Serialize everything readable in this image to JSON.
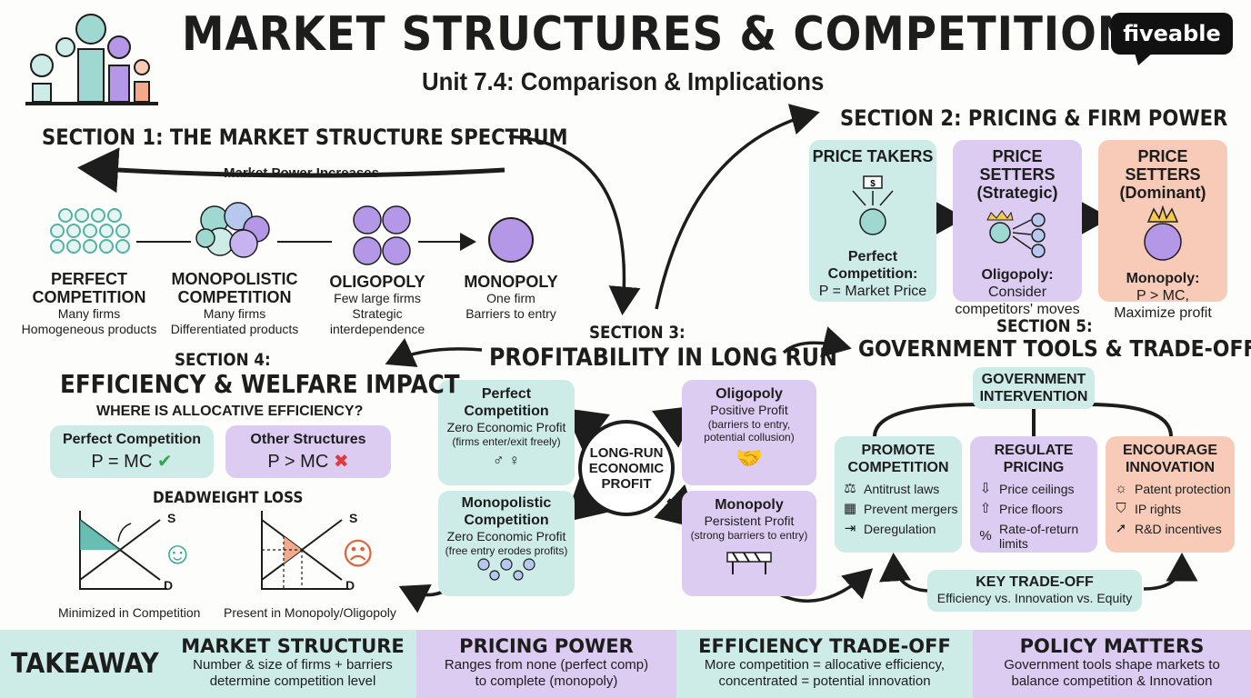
{
  "header": {
    "title": "MARKET STRUCTURES & COMPETITION",
    "subtitle": "Unit 7.4: Comparison & Implications",
    "brand": {
      "logo_text": "fiveable"
    }
  },
  "section1": {
    "title": "SECTION 1: THE MARKET STRUCTURE SPECTRUM",
    "arrow_label": "Market Power Increases",
    "structures": [
      {
        "name": "PERFECT\nCOMPETITION",
        "desc": "Many firms\nHomogeneous products"
      },
      {
        "name": "MONOPOLISTIC\nCOMPETITION",
        "desc": "Many firms\nDifferentiated products"
      },
      {
        "name": "OLIGOPOLY",
        "desc": "Few large firms\nStrategic\ninterdependence"
      },
      {
        "name": "MONOPOLY",
        "desc": "One firm\nBarriers to entry"
      }
    ]
  },
  "section2": {
    "title": "SECTION 2: PRICING & FIRM POWER",
    "boxes": [
      {
        "title": "PRICE TAKERS",
        "label": "Perfect Competition:",
        "desc": "P = Market Price",
        "icon": "dollar-tag-icon"
      },
      {
        "title": "PRICE SETTERS\n(Strategic)",
        "label": "Oligopoly:",
        "desc": "Consider\ncompetitors' moves",
        "icon": "crown-network-icon"
      },
      {
        "title": "PRICE SETTERS\n(Dominant)",
        "label": "Monopoly:",
        "desc": "P > MC,\nMaximize profit",
        "icon": "crown-icon"
      }
    ]
  },
  "section3": {
    "label": "SECTION 3:",
    "title": "PROFITABILITY IN LONG RUN",
    "center": "LONG-RUN\nECONOMIC\nPROFIT",
    "boxes": [
      {
        "title": "Perfect\nCompetition",
        "profit": "Zero Economic Profit",
        "note": "(firms enter/exit freely)"
      },
      {
        "title": "Monopolistic\nCompetition",
        "profit": "Zero Economic Profit",
        "note": "(free entry erodes profits)"
      },
      {
        "title": "Oligopoly",
        "profit": "Positive Profit",
        "note": "(barriers to entry,\npotential collusion)"
      },
      {
        "title": "Monopoly",
        "profit": "Persistent Profit",
        "note": "(strong barriers to entry)"
      }
    ]
  },
  "section4": {
    "label": "SECTION 4:",
    "title": "EFFICIENCY & WELFARE IMPACT",
    "question": "WHERE IS ALLOCATIVE EFFICIENCY?",
    "perfect": {
      "title": "Perfect Competition",
      "eq": "P = MC",
      "mark": "✔"
    },
    "other": {
      "title": "Other Structures",
      "eq": "P > MC",
      "mark": "✖"
    },
    "dwl_title": "DEADWEIGHT LOSS",
    "graph_left": {
      "s": "S",
      "d": "D",
      "caption": "Minimized in Competition",
      "face": "☺"
    },
    "graph_right": {
      "s": "S",
      "d": "D",
      "caption": "Present in Monopoly/Oligopoly",
      "face": "☹"
    }
  },
  "section5": {
    "label": "SECTION 5:",
    "title": "GOVERNMENT TOOLS & TRADE-OFFS",
    "root": "GOVERNMENT\nINTERVENTION",
    "columns": [
      {
        "title": "PROMOTE\nCOMPETITION",
        "items": [
          {
            "icon": "gavel-icon",
            "glyph": "⚖",
            "text": "Antitrust laws"
          },
          {
            "icon": "buildings-icon",
            "glyph": "▦",
            "text": "Prevent mergers"
          },
          {
            "icon": "door-icon",
            "glyph": "⇥",
            "text": "Deregulation"
          }
        ]
      },
      {
        "title": "REGULATE\nPRICING",
        "items": [
          {
            "icon": "arrow-down-icon",
            "glyph": "⇩",
            "text": "Price ceilings"
          },
          {
            "icon": "arrow-up-icon",
            "glyph": "⇧",
            "text": "Price floors"
          },
          {
            "icon": "percent-icon",
            "glyph": "%",
            "text": "Rate-of-return\nlimits"
          }
        ]
      },
      {
        "title": "ENCOURAGE\nINNOVATION",
        "items": [
          {
            "icon": "lightbulb-icon",
            "glyph": "☼",
            "text": "Patent protection"
          },
          {
            "icon": "shield-icon",
            "glyph": "⛉",
            "text": "IP rights"
          },
          {
            "icon": "rocket-icon",
            "glyph": "➚",
            "text": "R&D incentives"
          }
        ]
      }
    ],
    "tradeoff": {
      "title": "KEY TRADE-OFF",
      "desc": "Efficiency vs. Innovation vs. Equity"
    }
  },
  "takeaway": {
    "label": "TAKEAWAY",
    "items": [
      {
        "title": "MARKET STRUCTURE",
        "desc": "Number & size of firms + barriers\ndetermine competition level"
      },
      {
        "title": "PRICING POWER",
        "desc": "Ranges from none (perfect comp)\nto complete (monopoly)"
      },
      {
        "title": "EFFICIENCY TRADE-OFF",
        "desc": "More competition = allocative efficiency,\nconcentrated = potential innovation"
      },
      {
        "title": "POLICY MATTERS",
        "desc": "Government tools shape markets to\nbalance competition & Innovation"
      }
    ]
  },
  "colors": {
    "teal": "#cdebe7",
    "purple": "#dcccf2",
    "salmon": "#f8cbb8",
    "teal_dark": "#9fd8d0",
    "purple_dark": "#b497e6",
    "ink": "#1d1d1d"
  }
}
